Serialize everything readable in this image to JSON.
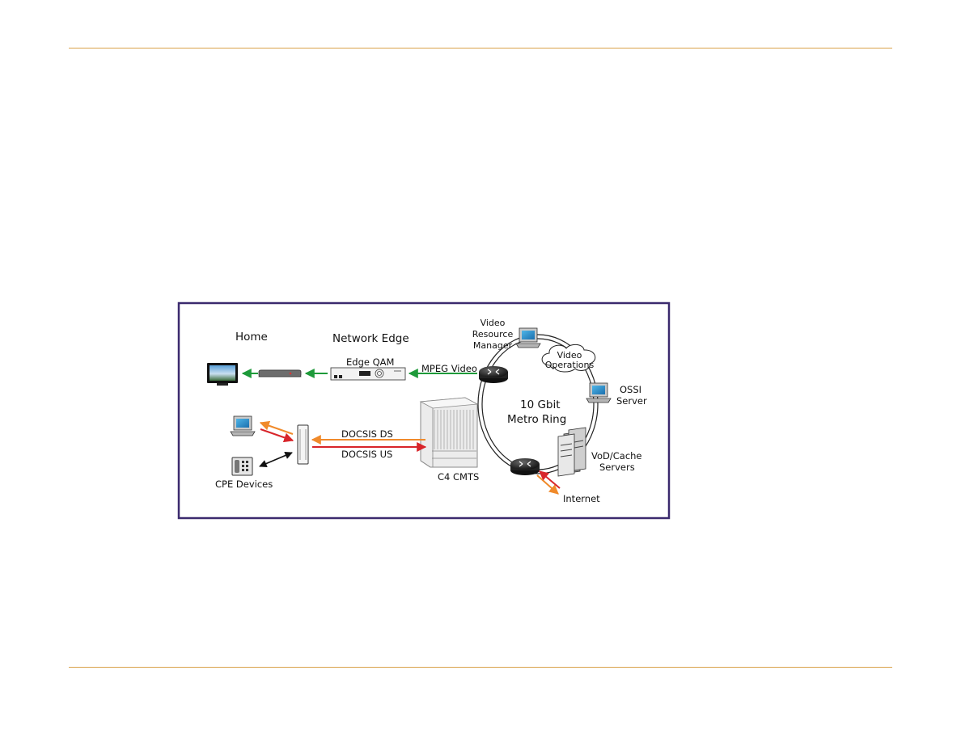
{
  "colors": {
    "rule": "#d9a24a",
    "frame": "#3b2a6e",
    "green_arrow": "#1e9a3a",
    "orange_arrow": "#f08a2b",
    "red_arrow": "#d8252a",
    "black_arrow": "#111111"
  },
  "diagram": {
    "headings": {
      "home": "Home",
      "network_edge": "Network Edge"
    },
    "labels": {
      "edge_qam": "Edge QAM",
      "mpeg_video": "MPEG Video",
      "vrm_line1": "Video",
      "vrm_line2": "Resource",
      "vrm_line3": "Manager",
      "video_ops_line1": "Video",
      "video_ops_line2": "Operations",
      "metro_line1": "10 Gbit",
      "metro_line2": "Metro Ring",
      "ossi_line1": "OSSI",
      "ossi_line2": "Server",
      "docsis_ds": "DOCSIS DS",
      "docsis_us": "DOCSIS US",
      "c4_cmts": "C4 CMTS",
      "vod_line1": "VoD/Cache",
      "vod_line2": "Servers",
      "cpe_devices": "CPE Devices",
      "internet": "Internet"
    },
    "icons": [
      "tv-icon",
      "set-top-box-icon",
      "edge-qam-icon",
      "router-icon",
      "computer-icon",
      "cloud-icon",
      "cmts-chassis-icon",
      "cable-modem-icon",
      "telephone-icon",
      "server-icon"
    ]
  }
}
